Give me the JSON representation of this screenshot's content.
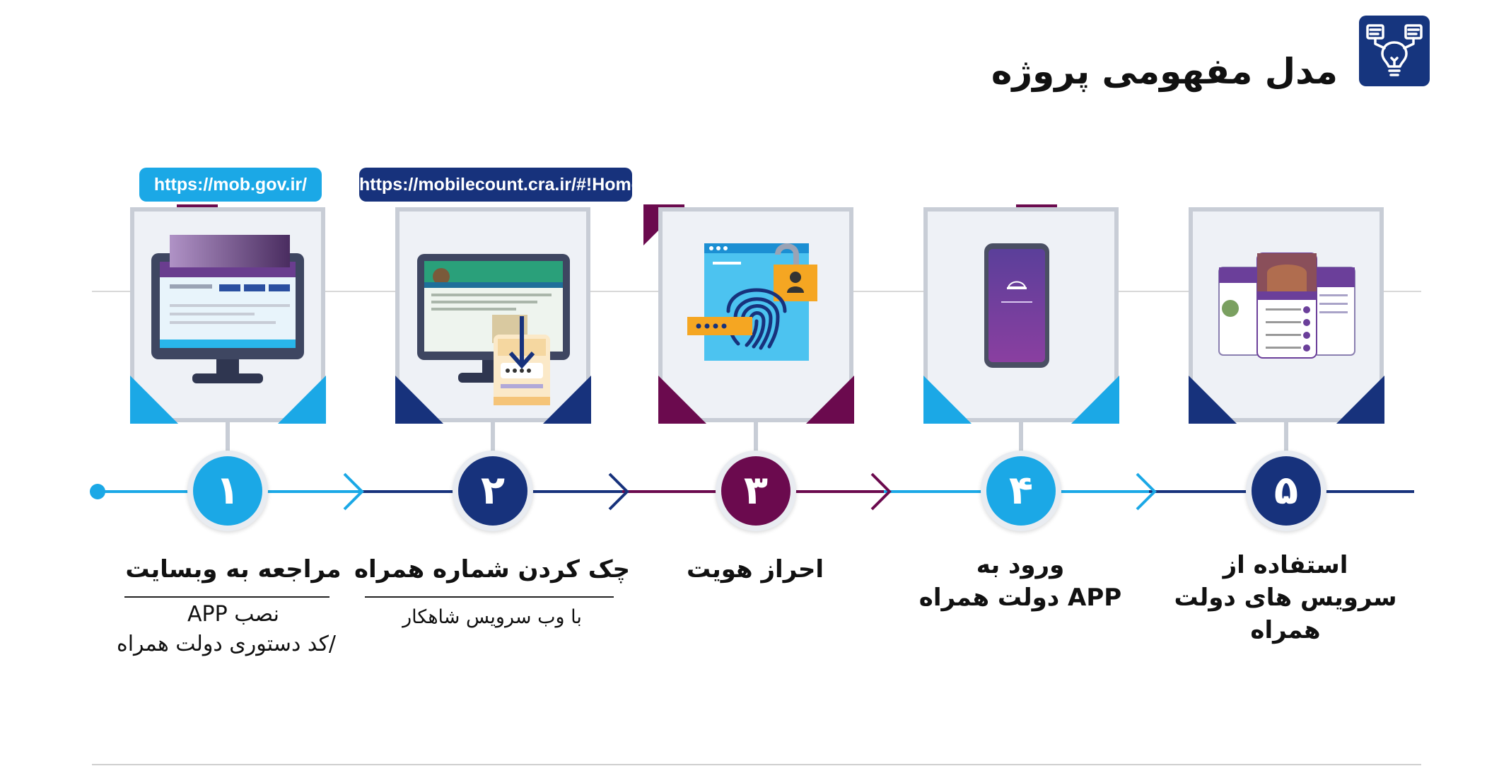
{
  "header": {
    "title": "مدل مفهومی پروژه",
    "icon": "lightbulb-network-icon"
  },
  "colors": {
    "light_blue": "#1ba8e6",
    "navy": "#17327c",
    "purple": "#6b0a4e",
    "card_border": "#c8cdd6"
  },
  "steps": [
    {
      "number": "۱",
      "title": "مراجعه به وبسایت",
      "sub1": "نصب APP",
      "sub2": "/کد دستوری دولت همراه",
      "url": "https://mob.gov.ir/",
      "color": "#1ba8e6",
      "icon": "desktop-monitor-icon"
    },
    {
      "number": "۲",
      "title": "چک کردن شماره همراه",
      "sub1": "با وب سرویس شاهکار",
      "url": "https://mobilecount.cra.ir/#!Home",
      "color": "#17327c",
      "icon": "monitor-phone-check-icon"
    },
    {
      "number": "۳",
      "title": "احراز هویت",
      "color": "#6b0a4e",
      "icon": "fingerprint-lock-icon"
    },
    {
      "number": "۴",
      "title": "ورود به",
      "title2": "APP دولت همراه",
      "color": "#1ba8e6",
      "icon": "mobile-app-icon"
    },
    {
      "number": "۵",
      "title": "استفاده از",
      "title2": "سرویس های دولت همراه",
      "color": "#17327c",
      "icon": "mobile-services-icon"
    }
  ]
}
